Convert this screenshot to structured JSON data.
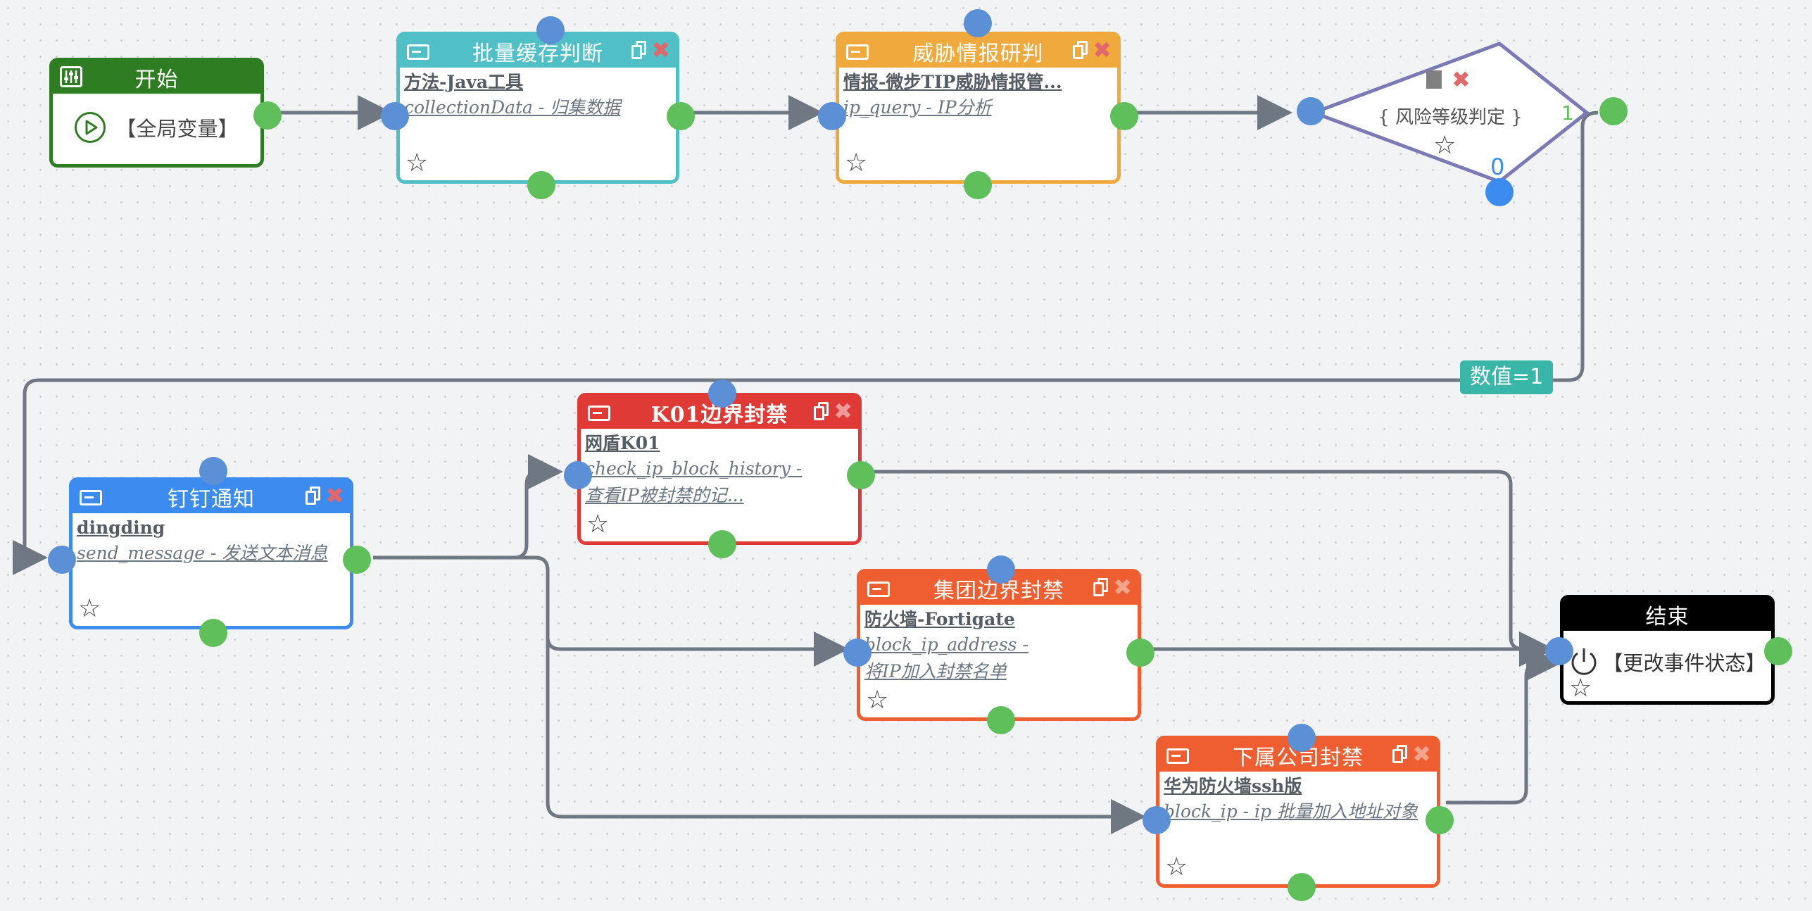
{
  "colors": {
    "canvas": "#f1f3f4",
    "edge": "#6e7782",
    "port_in": "#5b8fd6",
    "port_out": "#5fbf5a",
    "start": "#2f7d23",
    "teal": "#50c0c6",
    "amber": "#f0a93c",
    "decision": "#7b7ab4",
    "red": "#e03a36",
    "blue": "#3c8cf0",
    "orange": "#ee5e30",
    "end": "#000000",
    "label_badge": "#3ab6a8"
  },
  "nodes": {
    "start": {
      "title": "开始",
      "body": "【全局变量】",
      "icon": "sliders-icon"
    },
    "batch_cache": {
      "title": "批量缓存判断",
      "line1": "方法-Java工具",
      "line2": "collectionData - 归集数据"
    },
    "threat_intel": {
      "title": "威胁情报研判",
      "line1": "情报-微步TIP威胁情报管...",
      "line2": "ip_query - IP分析"
    },
    "risk_decision": {
      "text": "{ 风险等级判定 }",
      "branch_true": "1",
      "branch_false": "0"
    },
    "dingding": {
      "title": "钉钉通知",
      "line1": "dingding",
      "line2": "send_message - 发送文本消息"
    },
    "k01_block": {
      "title": "K01边界封禁",
      "line1": "网盾K01",
      "line2": "check_ip_block_history -",
      "line3": "查看IP被封禁的记..."
    },
    "group_block": {
      "title": "集团边界封禁",
      "line1": "防火墙-Fortigate",
      "line2": "block_ip_address -",
      "line3": "将IP加入封禁名单"
    },
    "sub_block": {
      "title": "下属公司封禁",
      "line1": "华为防火墙ssh版",
      "line2": "block_ip - ip 批量加入地址对象"
    },
    "end": {
      "title": "结束",
      "body": "【更改事件状态】",
      "icon": "power-icon"
    }
  },
  "edge_label": "数值=1"
}
